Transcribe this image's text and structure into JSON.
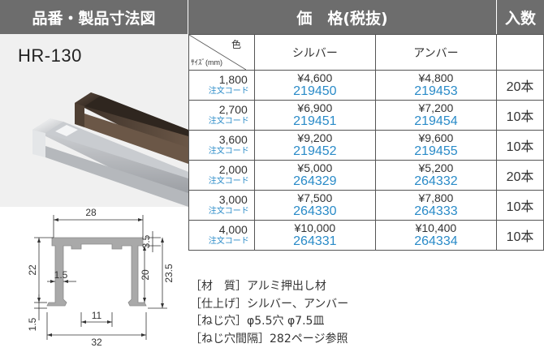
{
  "headers": {
    "dimensions": "品番・製品寸法図",
    "price": "価　格(税抜)",
    "quantity": "入数"
  },
  "product_code": "HR-130",
  "table": {
    "corner_color": "色",
    "corner_size": "ｻｲｽﾞ(mm)",
    "col_silver": "シルバー",
    "col_amber": "アンバー",
    "code_label": "注文コード",
    "rows": [
      {
        "size": "1,800",
        "silver_price": "¥4,600",
        "silver_code": "219450",
        "amber_price": "¥4,800",
        "amber_code": "219453",
        "qty": "20本"
      },
      {
        "size": "2,700",
        "silver_price": "¥6,900",
        "silver_code": "219451",
        "amber_price": "¥7,200",
        "amber_code": "219454",
        "qty": "10本"
      },
      {
        "size": "3,600",
        "silver_price": "¥9,200",
        "silver_code": "219452",
        "amber_price": "¥9,600",
        "amber_code": "219455",
        "qty": "10本"
      },
      {
        "size": "2,000",
        "silver_price": "¥5,000",
        "silver_code": "264329",
        "amber_price": "¥5,200",
        "amber_code": "264332",
        "qty": "20本"
      },
      {
        "size": "3,000",
        "silver_price": "¥7,500",
        "silver_code": "264330",
        "amber_price": "¥7,800",
        "amber_code": "264333",
        "qty": "10本"
      },
      {
        "size": "4,000",
        "silver_price": "¥10,000",
        "silver_code": "264331",
        "amber_price": "¥10,400",
        "amber_code": "264334",
        "qty": "10本"
      }
    ]
  },
  "notes": [
    "［材　質］アルミ押出し材",
    "［仕上げ］シルバー、アンバー",
    "［ねじ穴］φ5.5穴 φ7.5皿",
    "［ねじ穴間隔］282ページ参照"
  ],
  "drawing": {
    "dim_top_width": "28",
    "dim_top_lip": "3.5",
    "dim_left_height": "22",
    "dim_inner_offset": "1.5",
    "dim_inner_height": "20",
    "dim_right_height": "23.5",
    "dim_bottom_gap": "11",
    "dim_base": "1.5",
    "dim_total_width": "32"
  },
  "colors": {
    "header_bg": "#6d6d6d",
    "code_blue": "#2a8bc8",
    "profile_gray": "#a9a9a9"
  }
}
